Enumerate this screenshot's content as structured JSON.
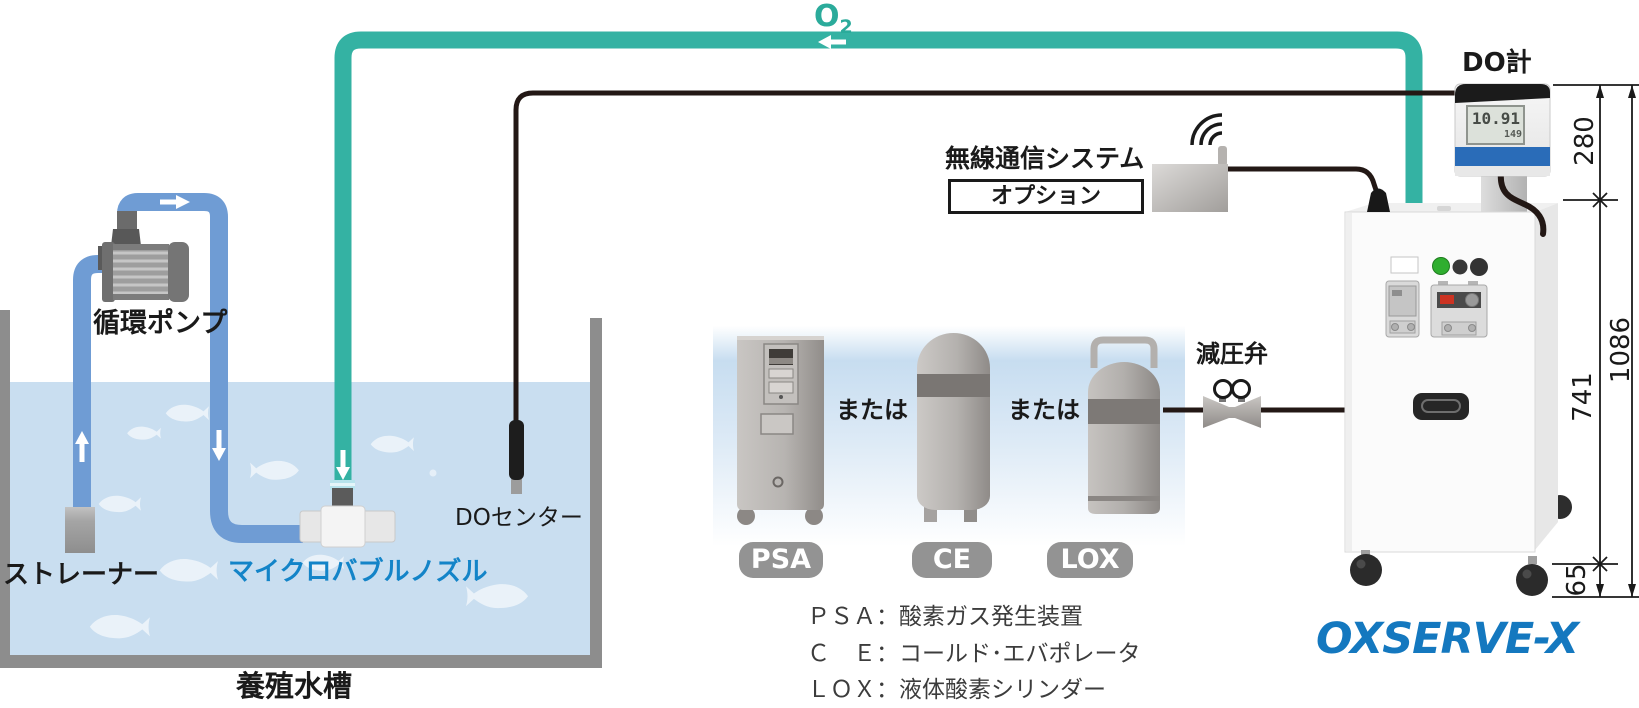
{
  "labels": {
    "o2_main": "O",
    "o2_sub": "2",
    "circulation_pump": "循環ポンプ",
    "strainer": "ストレーナー",
    "microbubble_nozzle": "マイクロバブルノズル",
    "fish_tank": "養殖水槽",
    "do_sensor": "DOセンター",
    "do_meter": "DO計",
    "wireless_system": "無線通信システム",
    "option": "オプション",
    "pressure_reducing_valve": "減圧弁",
    "or_between_psa_ce": "または",
    "or_between_ce_lox": "または",
    "product_logo": "OXSERVE-X"
  },
  "equipment_badges": [
    {
      "label": "PSA"
    },
    {
      "label": "CE"
    },
    {
      "label": "LOX"
    }
  ],
  "legend_rows": [
    {
      "text": "ＰＳＡ：酸素ガス発生装置"
    },
    {
      "text": "Ｃ　Ｅ：コールド･エバポレータ"
    },
    {
      "text": "ＬＯＸ：液体酸素シリンダー"
    }
  ],
  "dimensions": {
    "do_meter_height": "280",
    "total_height": "1086",
    "cabinet_height": "741",
    "caster_height": "65"
  },
  "do_meter_display": {
    "primary": "10.91",
    "secondary": "149"
  },
  "colors": {
    "o2_line_teal": "#34b2a3",
    "water_line_blue": "#6f9cd4",
    "water_fill": "#c9def0",
    "tank_wall_gray": "#8d8d8d",
    "logo_blue": "#1478bf",
    "nozzle_label_blue": "#1384c8",
    "meter_band_blue": "#2a6cb8",
    "badge_gray": "#939393",
    "led_green": "#2fae2f"
  }
}
